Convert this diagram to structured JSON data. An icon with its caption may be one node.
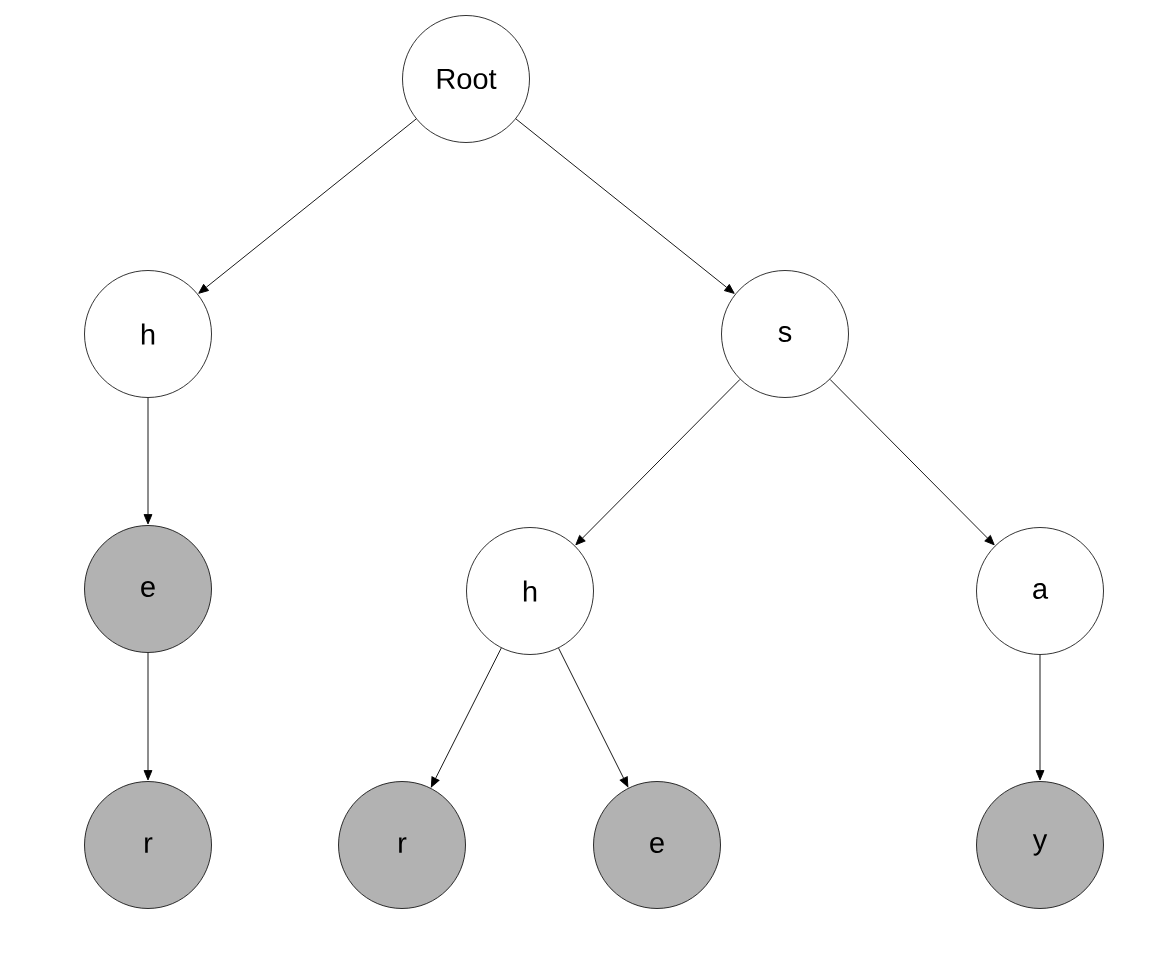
{
  "diagram": {
    "nodes": [
      {
        "text": [
          "Root"
        ]
      },
      {
        "text": [
          "h"
        ]
      },
      {
        "text": [
          "s"
        ]
      },
      {
        "text": [
          "e"
        ]
      },
      {
        "text": [
          "h"
        ]
      },
      {
        "text": [
          "a"
        ]
      },
      {
        "text": [
          "r"
        ]
      },
      {
        "text": [
          "r"
        ]
      },
      {
        "text": [
          "e"
        ]
      },
      {
        "text": [
          "y"
        ]
      }
    ],
    "edges": [
      {
        "from": 0,
        "to": 1,
        "arrow": "to"
      },
      {
        "from": 0,
        "to": 2,
        "arrow": "to"
      },
      {
        "from": 1,
        "to": 3,
        "arrow": "to"
      },
      {
        "from": 2,
        "to": 4,
        "arrow": "to"
      },
      {
        "from": 2,
        "to": 5,
        "arrow": "to"
      },
      {
        "from": 3,
        "to": 6,
        "arrow": "to"
      },
      {
        "from": 4,
        "to": 7,
        "arrow": "to"
      },
      {
        "from": 4,
        "to": 8,
        "arrow": "to"
      },
      {
        "from": 5,
        "to": 9,
        "arrow": "to"
      }
    ]
  }
}
